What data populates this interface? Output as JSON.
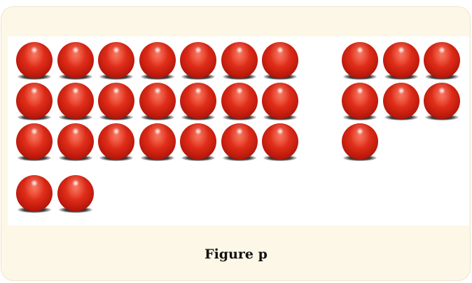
{
  "figure": {
    "caption": "Figure p"
  },
  "groups": [
    {
      "rows": [
        7,
        7,
        7,
        2
      ],
      "total": 23
    },
    {
      "rows": [
        3,
        3,
        1
      ],
      "total": 7
    }
  ],
  "colors": {
    "ball": "#dc2a17",
    "card_background": "#fdf7e7",
    "panel_background": "#ffffff"
  }
}
